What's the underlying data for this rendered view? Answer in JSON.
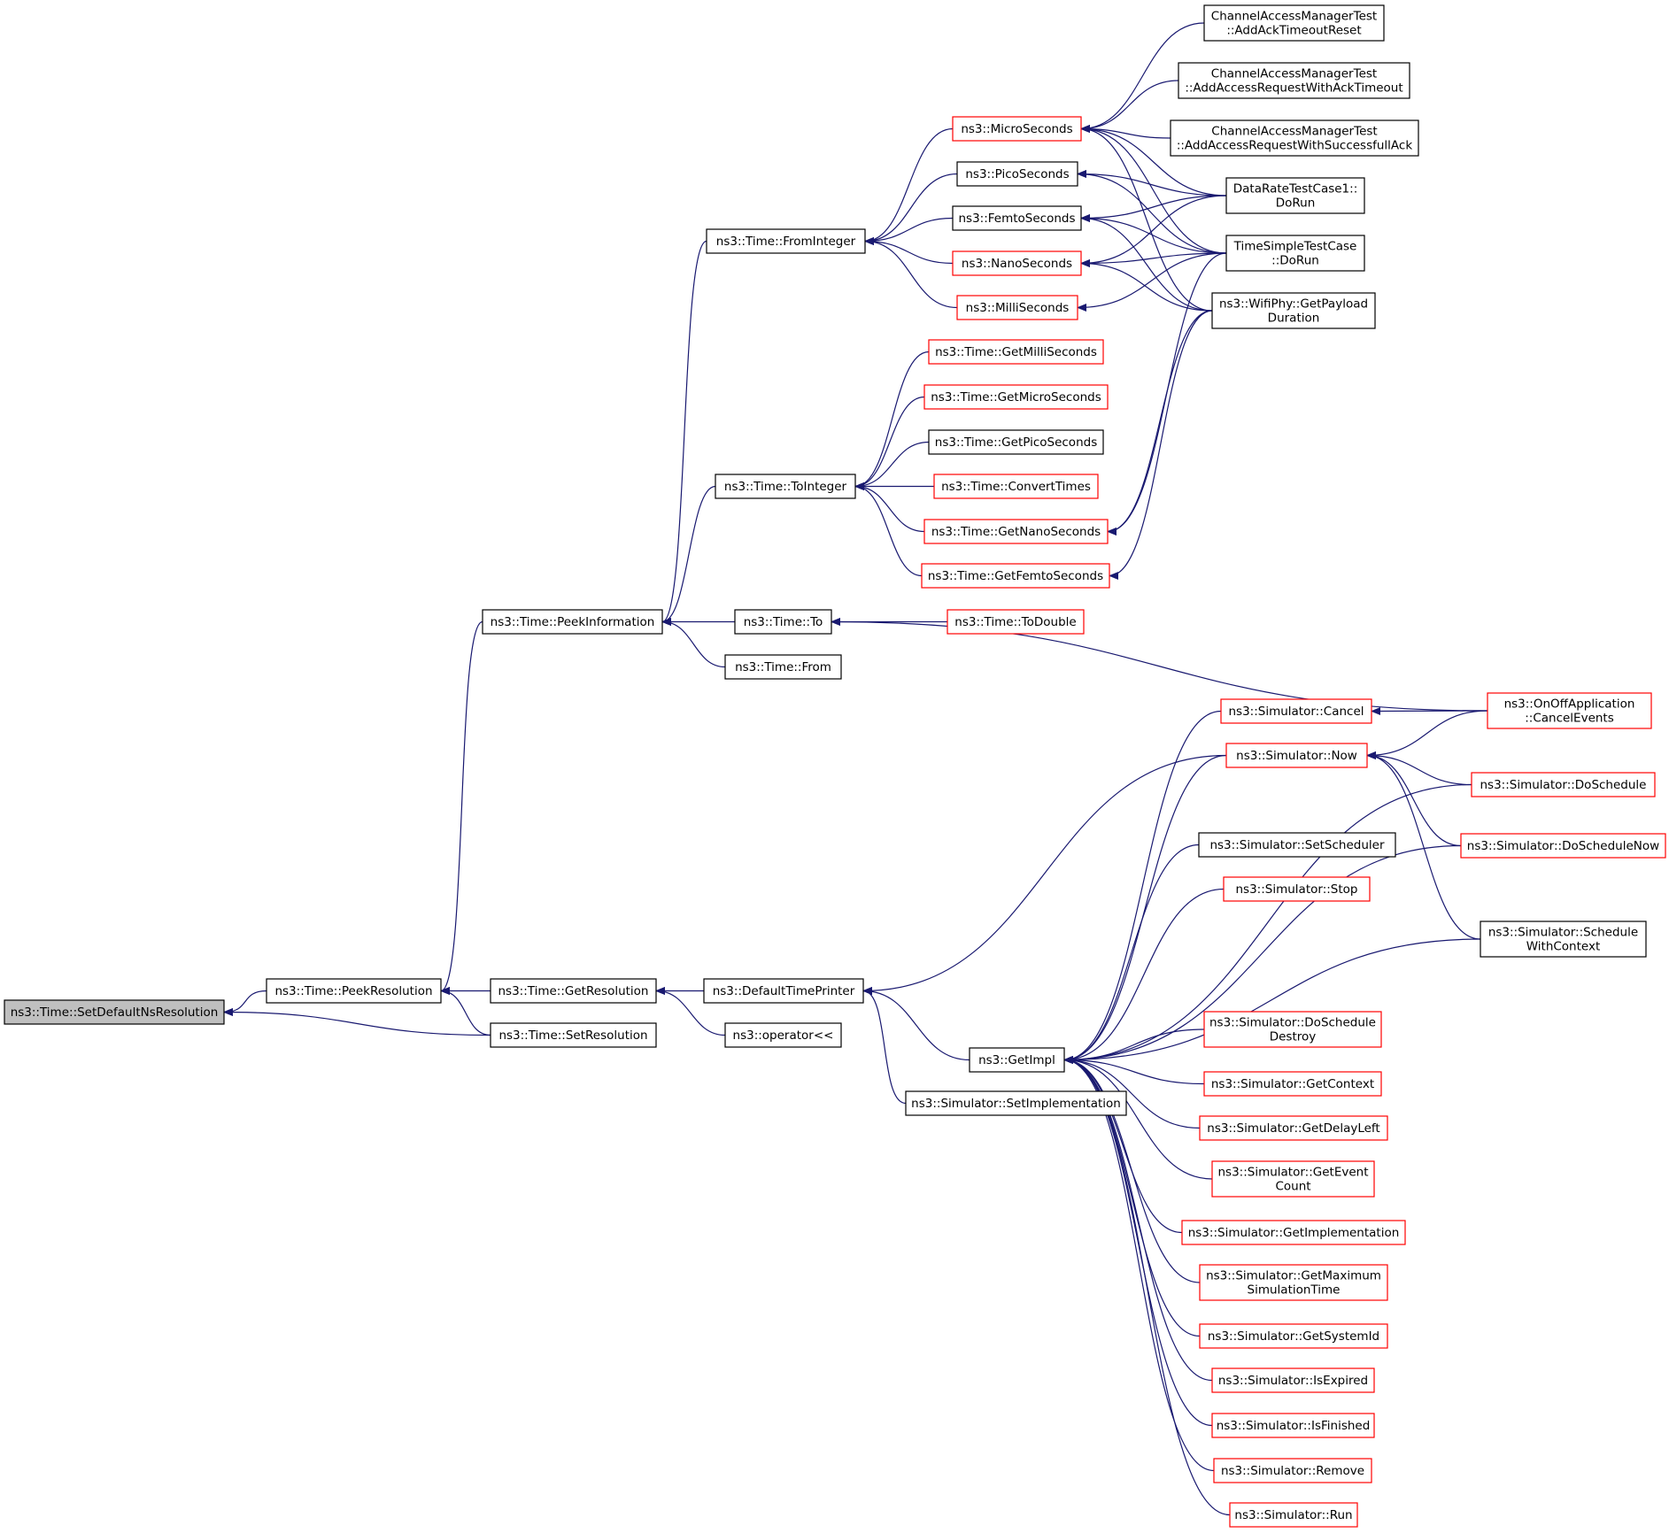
{
  "colors": {
    "edge": "#191970",
    "border_normal": "#000000",
    "border_link": "#ff0000",
    "fill_root": "#bfbfbf",
    "fill_node": "#ffffff"
  },
  "nodes": [
    {
      "id": "n_setdefault",
      "lines": [
        "ns3::Time::SetDefaultNsResolution"
      ],
      "style": "root"
    },
    {
      "id": "n_peekres",
      "lines": [
        "ns3::Time::PeekResolution"
      ],
      "style": "normal"
    },
    {
      "id": "n_getres",
      "lines": [
        "ns3::Time::GetResolution"
      ],
      "style": "normal"
    },
    {
      "id": "n_setres",
      "lines": [
        "ns3::Time::SetResolution"
      ],
      "style": "normal"
    },
    {
      "id": "n_peekinfo",
      "lines": [
        "ns3::Time::PeekInformation"
      ],
      "style": "normal"
    },
    {
      "id": "n_defprinter",
      "lines": [
        "ns3::DefaultTimePrinter"
      ],
      "style": "normal"
    },
    {
      "id": "n_oplt",
      "lines": [
        "ns3::operator<<"
      ],
      "style": "normal"
    },
    {
      "id": "n_getimpl",
      "lines": [
        "ns3::GetImpl"
      ],
      "style": "normal"
    },
    {
      "id": "n_setimpl",
      "lines": [
        "ns3::Simulator::SetImplementation"
      ],
      "style": "normal"
    },
    {
      "id": "n_fromint",
      "lines": [
        "ns3::Time::FromInteger"
      ],
      "style": "normal"
    },
    {
      "id": "n_toint",
      "lines": [
        "ns3::Time::ToInteger"
      ],
      "style": "normal"
    },
    {
      "id": "n_to",
      "lines": [
        "ns3::Time::To"
      ],
      "style": "normal"
    },
    {
      "id": "n_from",
      "lines": [
        "ns3::Time::From"
      ],
      "style": "normal"
    },
    {
      "id": "n_micro",
      "lines": [
        "ns3::MicroSeconds"
      ],
      "style": "link"
    },
    {
      "id": "n_pico",
      "lines": [
        "ns3::PicoSeconds"
      ],
      "style": "normal"
    },
    {
      "id": "n_femto",
      "lines": [
        "ns3::FemtoSeconds"
      ],
      "style": "normal"
    },
    {
      "id": "n_nano",
      "lines": [
        "ns3::NanoSeconds"
      ],
      "style": "link"
    },
    {
      "id": "n_milli",
      "lines": [
        "ns3::MilliSeconds"
      ],
      "style": "link"
    },
    {
      "id": "n_getmilli",
      "lines": [
        "ns3::Time::GetMilliSeconds"
      ],
      "style": "link"
    },
    {
      "id": "n_getmicro",
      "lines": [
        "ns3::Time::GetMicroSeconds"
      ],
      "style": "link"
    },
    {
      "id": "n_getpico",
      "lines": [
        "ns3::Time::GetPicoSeconds"
      ],
      "style": "normal"
    },
    {
      "id": "n_convert",
      "lines": [
        "ns3::Time::ConvertTimes"
      ],
      "style": "link"
    },
    {
      "id": "n_getnano",
      "lines": [
        "ns3::Time::GetNanoSeconds"
      ],
      "style": "link"
    },
    {
      "id": "n_getfemto",
      "lines": [
        "ns3::Time::GetFemtoSeconds"
      ],
      "style": "link"
    },
    {
      "id": "n_todouble",
      "lines": [
        "ns3::Time::ToDouble"
      ],
      "style": "link"
    },
    {
      "id": "n_cam_ack",
      "lines": [
        "ChannelAccessManagerTest",
        "::AddAckTimeoutReset"
      ],
      "style": "normal"
    },
    {
      "id": "n_cam_req",
      "lines": [
        "ChannelAccessManagerTest",
        "::AddAccessRequestWithAckTimeout"
      ],
      "style": "normal"
    },
    {
      "id": "n_cam_succ",
      "lines": [
        "ChannelAccessManagerTest",
        "::AddAccessRequestWithSuccessfullAck"
      ],
      "style": "normal"
    },
    {
      "id": "n_datarate",
      "lines": [
        "DataRateTestCase1::",
        "DoRun"
      ],
      "style": "normal"
    },
    {
      "id": "n_timesimple",
      "lines": [
        "TimeSimpleTestCase",
        "::DoRun"
      ],
      "style": "normal"
    },
    {
      "id": "n_wifiphy",
      "lines": [
        "ns3::WifiPhy::GetPayload",
        "Duration"
      ],
      "style": "normal"
    },
    {
      "id": "n_cancel",
      "lines": [
        "ns3::Simulator::Cancel"
      ],
      "style": "link"
    },
    {
      "id": "n_now",
      "lines": [
        "ns3::Simulator::Now"
      ],
      "style": "link"
    },
    {
      "id": "n_setsched",
      "lines": [
        "ns3::Simulator::SetScheduler"
      ],
      "style": "normal"
    },
    {
      "id": "n_stop",
      "lines": [
        "ns3::Simulator::Stop"
      ],
      "style": "link"
    },
    {
      "id": "n_dosched_destroy",
      "lines": [
        "ns3::Simulator::DoSchedule",
        "Destroy"
      ],
      "style": "link"
    },
    {
      "id": "n_getcontext",
      "lines": [
        "ns3::Simulator::GetContext"
      ],
      "style": "link"
    },
    {
      "id": "n_getdelay",
      "lines": [
        "ns3::Simulator::GetDelayLeft"
      ],
      "style": "link"
    },
    {
      "id": "n_geteventcount",
      "lines": [
        "ns3::Simulator::GetEvent",
        "Count"
      ],
      "style": "link"
    },
    {
      "id": "n_getimplementation",
      "lines": [
        "ns3::Simulator::GetImplementation"
      ],
      "style": "link"
    },
    {
      "id": "n_getmaxsim",
      "lines": [
        "ns3::Simulator::GetMaximum",
        "SimulationTime"
      ],
      "style": "link"
    },
    {
      "id": "n_getsysid",
      "lines": [
        "ns3::Simulator::GetSystemId"
      ],
      "style": "link"
    },
    {
      "id": "n_isexpired",
      "lines": [
        "ns3::Simulator::IsExpired"
      ],
      "style": "link"
    },
    {
      "id": "n_isfinished",
      "lines": [
        "ns3::Simulator::IsFinished"
      ],
      "style": "link"
    },
    {
      "id": "n_remove",
      "lines": [
        "ns3::Simulator::Remove"
      ],
      "style": "link"
    },
    {
      "id": "n_run",
      "lines": [
        "ns3::Simulator::Run"
      ],
      "style": "link"
    },
    {
      "id": "n_onoff",
      "lines": [
        "ns3::OnOffApplication",
        "::CancelEvents"
      ],
      "style": "link"
    },
    {
      "id": "n_dosched",
      "lines": [
        "ns3::Simulator::DoSchedule"
      ],
      "style": "link"
    },
    {
      "id": "n_doschednow",
      "lines": [
        "ns3::Simulator::DoScheduleNow"
      ],
      "style": "link"
    },
    {
      "id": "n_schedctx",
      "lines": [
        "ns3::Simulator::Schedule",
        "WithContext"
      ],
      "style": "normal"
    }
  ],
  "edges": [
    {
      "from": "n_peekres",
      "to": "n_setdefault"
    },
    {
      "from": "n_setres",
      "to": "n_setdefault"
    },
    {
      "from": "n_getres",
      "to": "n_peekres"
    },
    {
      "from": "n_setres",
      "to": "n_peekres"
    },
    {
      "from": "n_peekinfo",
      "to": "n_peekres"
    },
    {
      "from": "n_defprinter",
      "to": "n_getres"
    },
    {
      "from": "n_oplt",
      "to": "n_getres"
    },
    {
      "from": "n_getimpl",
      "to": "n_defprinter"
    },
    {
      "from": "n_setimpl",
      "to": "n_defprinter"
    },
    {
      "from": "n_now",
      "to": "n_defprinter"
    },
    {
      "from": "n_fromint",
      "to": "n_peekinfo"
    },
    {
      "from": "n_toint",
      "to": "n_peekinfo"
    },
    {
      "from": "n_to",
      "to": "n_peekinfo"
    },
    {
      "from": "n_from",
      "to": "n_peekinfo"
    },
    {
      "from": "n_micro",
      "to": "n_fromint"
    },
    {
      "from": "n_pico",
      "to": "n_fromint"
    },
    {
      "from": "n_femto",
      "to": "n_fromint"
    },
    {
      "from": "n_nano",
      "to": "n_fromint"
    },
    {
      "from": "n_milli",
      "to": "n_fromint"
    },
    {
      "from": "n_getmilli",
      "to": "n_toint"
    },
    {
      "from": "n_getmicro",
      "to": "n_toint"
    },
    {
      "from": "n_getpico",
      "to": "n_toint"
    },
    {
      "from": "n_convert",
      "to": "n_toint"
    },
    {
      "from": "n_getnano",
      "to": "n_toint"
    },
    {
      "from": "n_getfemto",
      "to": "n_toint"
    },
    {
      "from": "n_todouble",
      "to": "n_to"
    },
    {
      "from": "n_onoff",
      "to": "n_to"
    },
    {
      "from": "n_cam_ack",
      "to": "n_micro"
    },
    {
      "from": "n_cam_req",
      "to": "n_micro"
    },
    {
      "from": "n_cam_succ",
      "to": "n_micro"
    },
    {
      "from": "n_datarate",
      "to": "n_micro"
    },
    {
      "from": "n_timesimple",
      "to": "n_micro"
    },
    {
      "from": "n_wifiphy",
      "to": "n_micro"
    },
    {
      "from": "n_datarate",
      "to": "n_pico"
    },
    {
      "from": "n_timesimple",
      "to": "n_pico"
    },
    {
      "from": "n_datarate",
      "to": "n_femto"
    },
    {
      "from": "n_timesimple",
      "to": "n_femto"
    },
    {
      "from": "n_wifiphy",
      "to": "n_femto"
    },
    {
      "from": "n_datarate",
      "to": "n_nano"
    },
    {
      "from": "n_timesimple",
      "to": "n_nano"
    },
    {
      "from": "n_wifiphy",
      "to": "n_nano"
    },
    {
      "from": "n_timesimple",
      "to": "n_milli"
    },
    {
      "from": "n_timesimple",
      "to": "n_getnano"
    },
    {
      "from": "n_wifiphy",
      "to": "n_getnano"
    },
    {
      "from": "n_wifiphy",
      "to": "n_getfemto"
    },
    {
      "from": "n_onoff",
      "to": "n_cancel"
    },
    {
      "from": "n_onoff",
      "to": "n_now"
    },
    {
      "from": "n_dosched",
      "to": "n_now"
    },
    {
      "from": "n_doschednow",
      "to": "n_now"
    },
    {
      "from": "n_schedctx",
      "to": "n_now"
    },
    {
      "from": "n_cancel",
      "to": "n_getimpl"
    },
    {
      "from": "n_now",
      "to": "n_getimpl"
    },
    {
      "from": "n_dosched",
      "to": "n_getimpl"
    },
    {
      "from": "n_setsched",
      "to": "n_getimpl"
    },
    {
      "from": "n_stop",
      "to": "n_getimpl"
    },
    {
      "from": "n_doschednow",
      "to": "n_getimpl"
    },
    {
      "from": "n_schedctx",
      "to": "n_getimpl"
    },
    {
      "from": "n_dosched_destroy",
      "to": "n_getimpl"
    },
    {
      "from": "n_getcontext",
      "to": "n_getimpl"
    },
    {
      "from": "n_getdelay",
      "to": "n_getimpl"
    },
    {
      "from": "n_geteventcount",
      "to": "n_getimpl"
    },
    {
      "from": "n_getimplementation",
      "to": "n_getimpl"
    },
    {
      "from": "n_getmaxsim",
      "to": "n_getimpl"
    },
    {
      "from": "n_getsysid",
      "to": "n_getimpl"
    },
    {
      "from": "n_isexpired",
      "to": "n_getimpl"
    },
    {
      "from": "n_isfinished",
      "to": "n_getimpl"
    },
    {
      "from": "n_remove",
      "to": "n_getimpl"
    },
    {
      "from": "n_run",
      "to": "n_getimpl"
    }
  ]
}
